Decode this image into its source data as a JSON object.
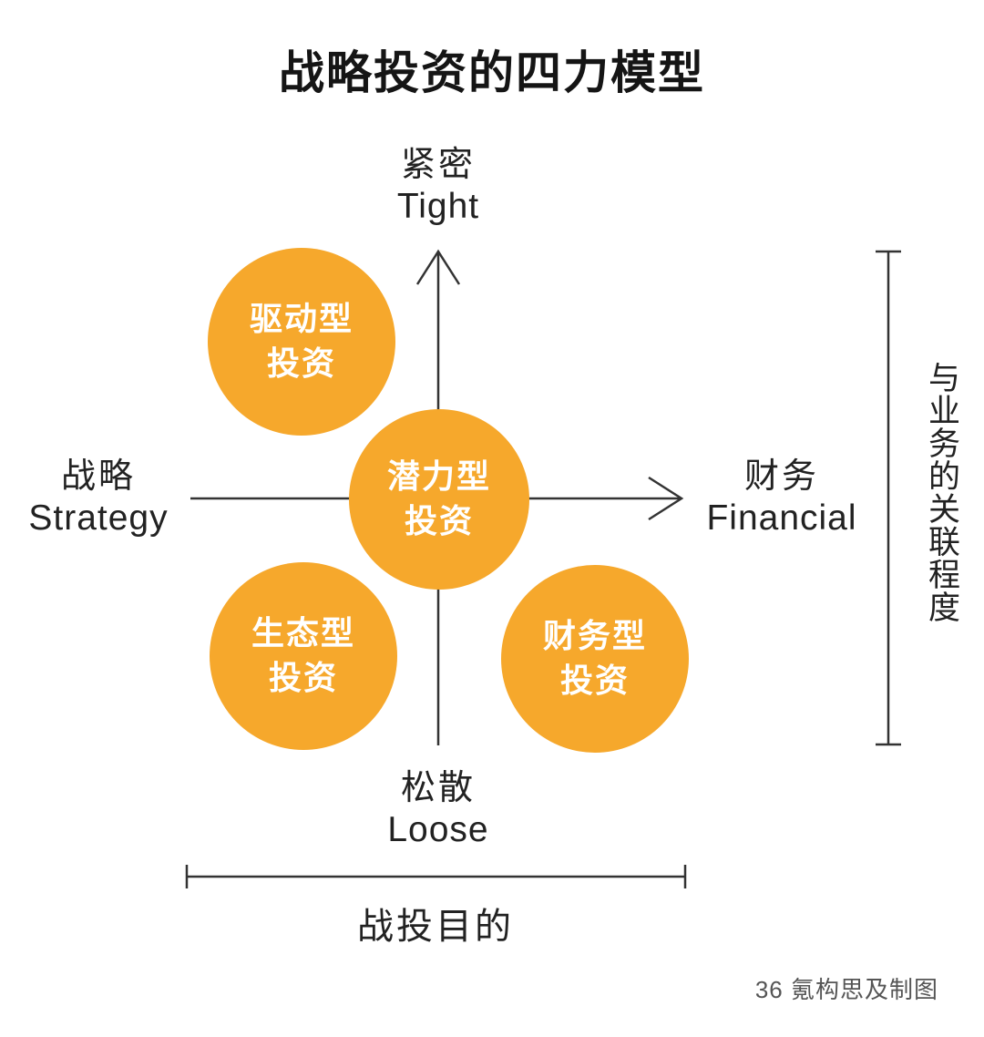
{
  "title": "战略投资的四力模型",
  "colors": {
    "circle": "#F6A82C",
    "line": "#333333"
  },
  "axes": {
    "top": {
      "zh": "紧密",
      "en": "Tight"
    },
    "bottom": {
      "zh": "松散",
      "en": "Loose"
    },
    "left": {
      "zh": "战略",
      "en": "Strategy"
    },
    "right": {
      "zh": "财务",
      "en": "Financial"
    }
  },
  "circles": {
    "top_left": {
      "line1": "驱动型",
      "line2": "投资"
    },
    "center": {
      "line1": "潜力型",
      "line2": "投资"
    },
    "bottom_left": {
      "line1": "生态型",
      "line2": "投资"
    },
    "bottom_right": {
      "line1": "财务型",
      "line2": "投资"
    }
  },
  "brackets": {
    "right_label": "与业务的关联程度",
    "bottom_label": "战投目的"
  },
  "credit": "36 氪构思及制图"
}
